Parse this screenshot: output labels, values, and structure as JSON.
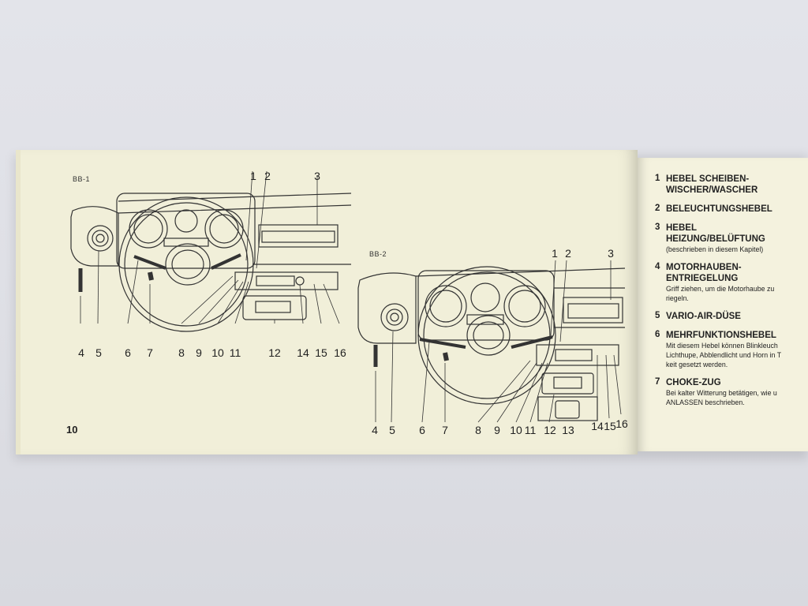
{
  "left_page": {
    "figure1_label": "BB-1",
    "figure2_label": "BB-2",
    "page_number": "10",
    "figure1_callouts": [
      "1",
      "2",
      "3",
      "4",
      "5",
      "6",
      "7",
      "8",
      "9",
      "10",
      "11",
      "12",
      "14",
      "15",
      "16"
    ],
    "figure2_callouts": [
      "1",
      "2",
      "3",
      "4",
      "5",
      "6",
      "7",
      "8",
      "9",
      "10",
      "11",
      "12",
      "13",
      "14",
      "15",
      "16"
    ]
  },
  "legend": [
    {
      "num": "1",
      "title": "HEBEL SCHEIBEN-\nWISCHER/WASCHER",
      "desc": ""
    },
    {
      "num": "2",
      "title": "BELEUCHTUNGSHEBEL",
      "desc": ""
    },
    {
      "num": "3",
      "title": "HEBEL\nHEIZUNG/BELÜFTUNG",
      "desc": "(beschrieben in diesem Kapitel)"
    },
    {
      "num": "4",
      "title": "MOTORHAUBEN-\nENTRIEGELUNG",
      "desc": "Griff ziehen, um die Motorhaube zu\nriegeln."
    },
    {
      "num": "5",
      "title": "VARIO-AIR-DÜSE",
      "desc": ""
    },
    {
      "num": "6",
      "title": "MEHRFUNKTIONSHEBEL",
      "desc": "Mit diesem Hebel können Blinkleuch\nLichthupe, Abblendlicht und Horn in T\nkeit gesetzt werden."
    },
    {
      "num": "7",
      "title": "CHOKE-ZUG",
      "desc": "Bei kalter Witterung betätigen, wie u\nANLASSEN beschrieben."
    }
  ]
}
